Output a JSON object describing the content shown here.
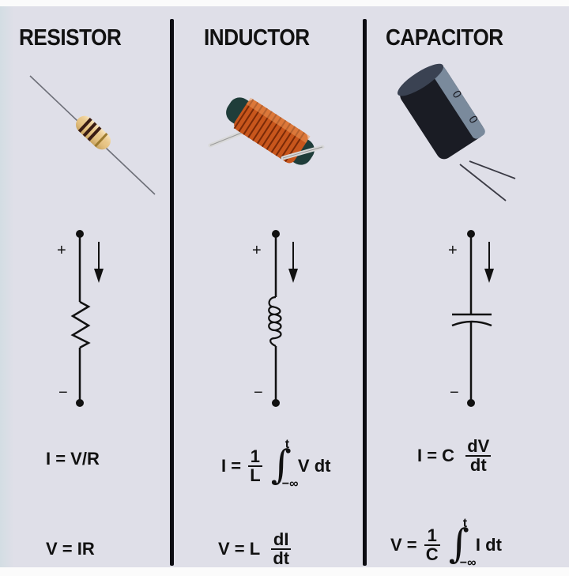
{
  "columns": [
    {
      "id": "resistor",
      "title": "RESISTOR",
      "component_icon": "resistor-photo-icon",
      "symbol_icon": "resistor-symbol-icon",
      "polarity": {
        "plus": "+",
        "minus": "−"
      },
      "current_arrow": "down-arrow-icon",
      "equations": {
        "current": "I = V/R",
        "voltage": "V = IR"
      }
    },
    {
      "id": "inductor",
      "title": "INDUCTOR",
      "component_icon": "inductor-photo-icon",
      "symbol_icon": "inductor-symbol-icon",
      "polarity": {
        "plus": "+",
        "minus": "−"
      },
      "current_arrow": "down-arrow-icon",
      "equations": {
        "current": {
          "lhs": "I =",
          "frac_num": "1",
          "frac_den": "L",
          "int_upper": "t",
          "int_lower": "−∞",
          "integrand": "V dt"
        },
        "voltage": {
          "lhs": "V = L",
          "frac_num": "dI",
          "frac_den": "dt"
        }
      }
    },
    {
      "id": "capacitor",
      "title": "CAPACITOR",
      "component_icon": "capacitor-photo-icon",
      "symbol_icon": "capacitor-symbol-icon",
      "polarity": {
        "plus": "+",
        "minus": "−"
      },
      "current_arrow": "down-arrow-icon",
      "equations": {
        "current": {
          "lhs": "I = C",
          "frac_num": "dV",
          "frac_den": "dt"
        },
        "voltage": {
          "lhs": "V =",
          "frac_num": "1",
          "frac_den": "C",
          "int_upper": "t",
          "int_lower": "−∞",
          "integrand": "I dt"
        }
      }
    }
  ],
  "colors": {
    "background": "#dfdfe8",
    "ink": "#111111",
    "divider": "#0c0c12",
    "copper": "#c8561c",
    "ferrite": "#1f3d3a",
    "capacitor_body": "#1a1c24"
  }
}
